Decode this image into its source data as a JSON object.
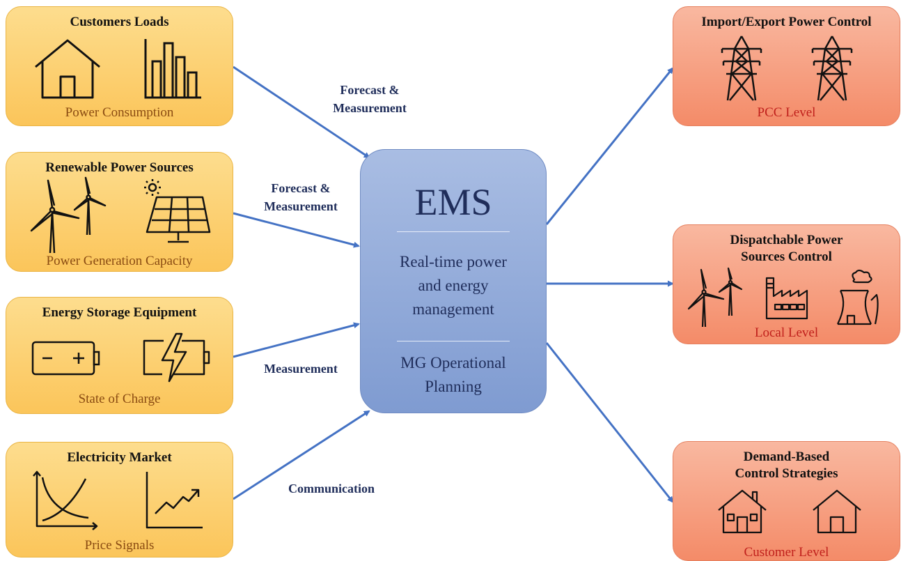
{
  "inputs": [
    {
      "title": "Customers Loads",
      "subtitle": "Power Consumption",
      "icons": [
        "house-icon",
        "bar-chart-icon"
      ]
    },
    {
      "title": "Renewable Power Sources",
      "subtitle": "Power Generation Capacity",
      "icons": [
        "wind-turbine-icon",
        "solar-panel-icon"
      ]
    },
    {
      "title": "Energy Storage Equipment",
      "subtitle": "State of Charge",
      "icons": [
        "battery-icon",
        "charging-battery-icon"
      ]
    },
    {
      "title": "Electricity Market",
      "subtitle": "Price Signals",
      "icons": [
        "supply-demand-curve-icon",
        "rising-trend-icon"
      ]
    }
  ],
  "outputs": [
    {
      "title": "Import/Export Power Control",
      "subtitle": "PCC Level",
      "icons": [
        "transmission-tower-icon",
        "transmission-tower-icon"
      ]
    },
    {
      "title_line1": "Dispatchable Power",
      "title_line2": "Sources Control",
      "subtitle": "Local Level",
      "icons": [
        "wind-turbine-icon",
        "factory-icon",
        "cooling-tower-icon"
      ]
    },
    {
      "title_line1": "Demand-Based",
      "title_line2": "Control Strategies",
      "subtitle": "Customer Level",
      "icons": [
        "house-icon",
        "house-icon"
      ]
    }
  ],
  "ems": {
    "title": "EMS",
    "function1": [
      "Real-time power",
      "and energy",
      "management"
    ],
    "function2": [
      "MG Operational",
      "Planning"
    ]
  },
  "arrow_labels": {
    "a1": [
      "Forecast &",
      "Measurement"
    ],
    "a2": [
      "Forecast &",
      "Measurement"
    ],
    "a3": "Measurement",
    "a4": "Communication"
  },
  "colors": {
    "input_box": "#fbc55a",
    "output_box": "#f48b68",
    "ems_box": "#8fa8d9",
    "arrow": "#4472c4",
    "label_text": "#1f2d5a"
  }
}
